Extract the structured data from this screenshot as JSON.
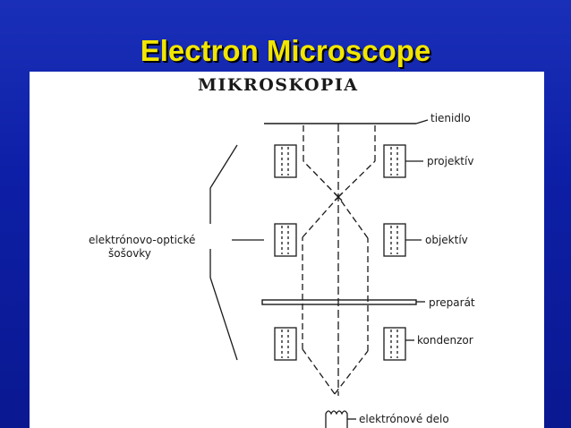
{
  "slide": {
    "title": "Electron Microscope",
    "colors": {
      "background": "#0d1fa6",
      "title": "#f2e600",
      "paper": "#ffffff",
      "ink": "#1a1a1a"
    }
  },
  "diagram": {
    "heading": "MIKROSKOPIA",
    "labels": {
      "screen": "tienidlo",
      "projective": "projektív",
      "objective": "objektív",
      "specimen": "preparát",
      "condenser": "kondenzor",
      "gun": "elektrónové delo",
      "lenses_line1": "elektrónovo-optické",
      "lenses_line2": "šošovky"
    }
  }
}
